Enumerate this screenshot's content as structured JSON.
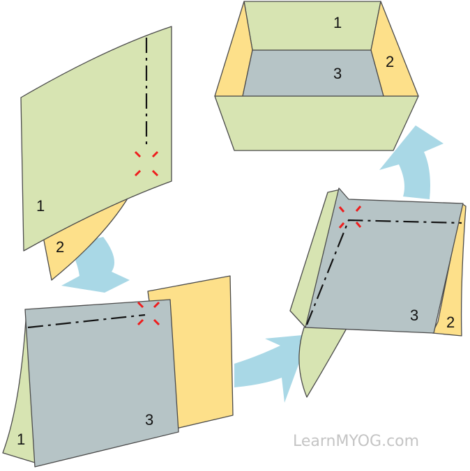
{
  "colors": {
    "green": "#d7e4b2",
    "yellow": "#fde08a",
    "gray": "#b6c4c6",
    "arrow": "#a9d8e6",
    "cut_mark": "#ee1c1c",
    "watermark": "#c4c4c4"
  },
  "icons": [
    "corner-cut-mark-icon",
    "flow-arrow-icon"
  ],
  "steps": {
    "step1": {
      "panel_a": "1",
      "panel_b": "2"
    },
    "step2": {
      "panel_a": "3",
      "panel_b": "1"
    },
    "step3": {
      "panel_a": "3",
      "panel_b": "2"
    },
    "step4": {
      "back": "1",
      "right": "2",
      "bottom": "3"
    }
  },
  "watermark": "LearnMYOG.com"
}
